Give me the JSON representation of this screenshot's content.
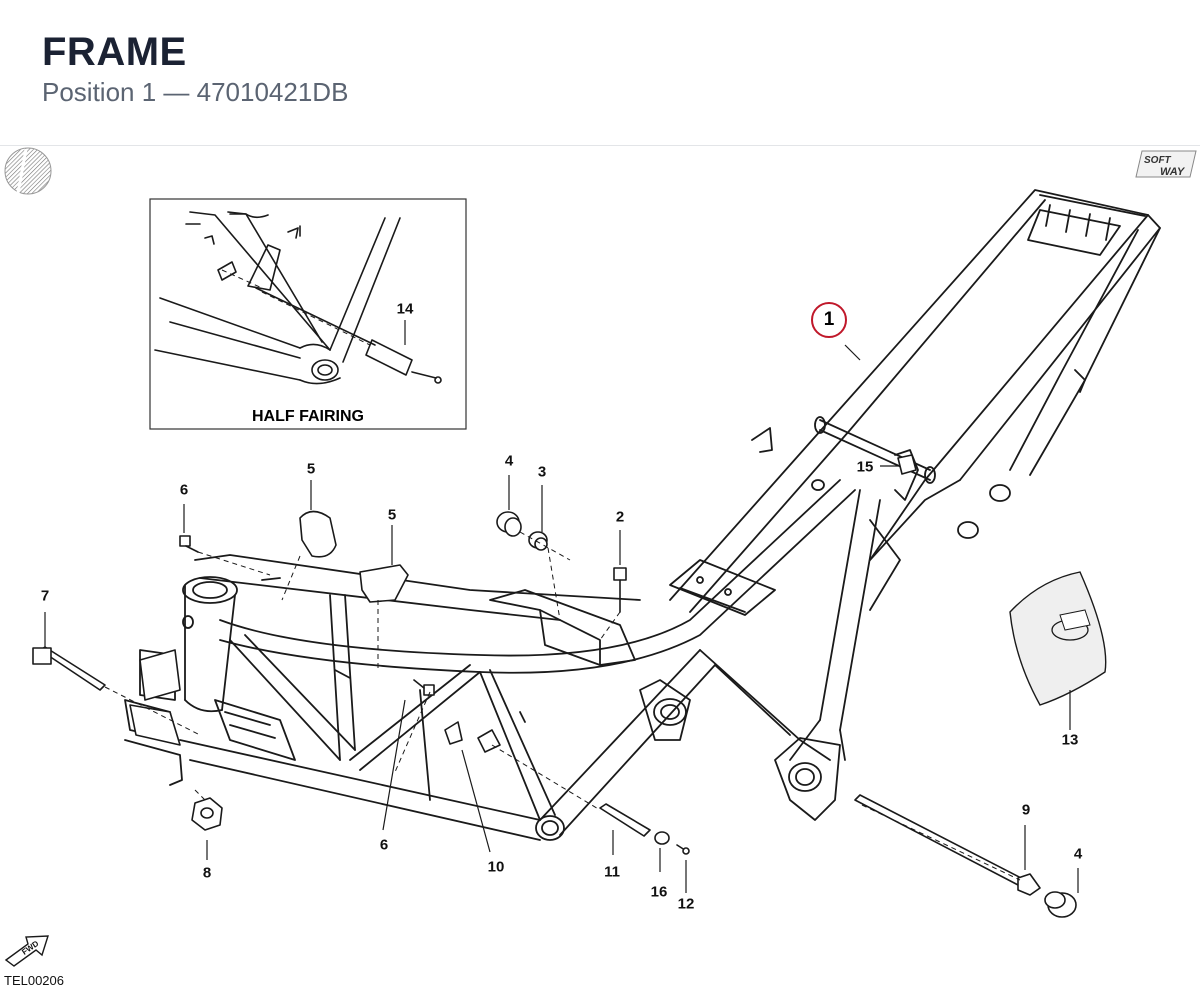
{
  "header": {
    "title": "FRAME",
    "subtitle": "Position 1 — 47010421DB"
  },
  "inset": {
    "caption": "HALF FAIRING"
  },
  "drawing_code": "TEL00206",
  "callouts": {
    "c1": "1",
    "c2": "2",
    "c3": "3",
    "c4a": "4",
    "c4b": "4",
    "c5a": "5",
    "c5b": "5",
    "c6a": "6",
    "c6b": "6",
    "c7": "7",
    "c8": "8",
    "c9": "9",
    "c10": "10",
    "c11": "11",
    "c12": "12",
    "c13": "13",
    "c14": "14",
    "c15": "15",
    "c16": "16"
  },
  "badges": {
    "softway_top": "SOFT",
    "softway_bottom": "WAY",
    "fwd": "FWD"
  },
  "colors": {
    "highlight": "#c0182a",
    "title": "#1b2233",
    "subtitle": "#5b6472",
    "line": "#1a1a1a"
  }
}
